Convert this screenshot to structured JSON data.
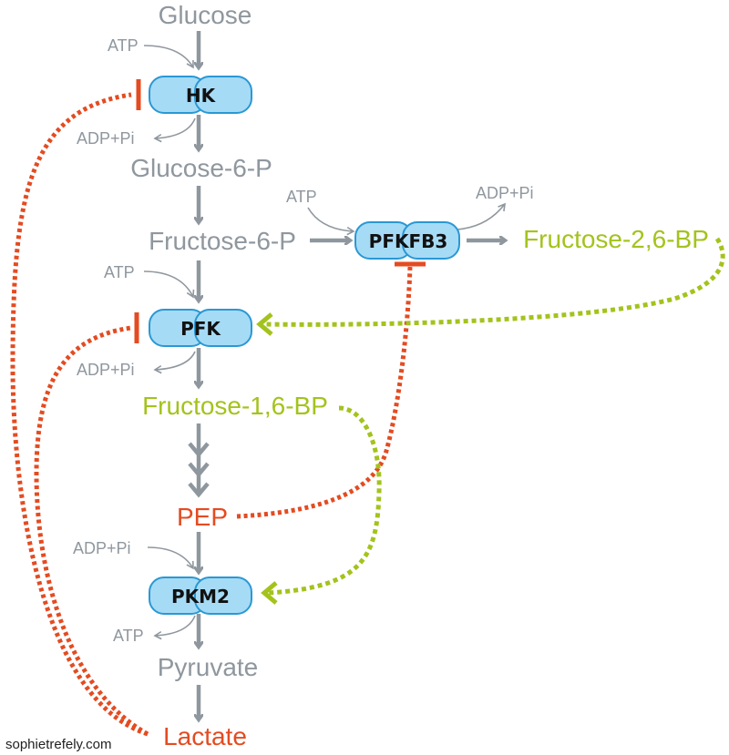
{
  "metabolites": {
    "glucose": "Glucose",
    "glucose6p": "Glucose-6-P",
    "fructose6p": "Fructose-6-P",
    "fructose26bp": "Fructose-2,6-BP",
    "fructose16bp": "Fructose-1,6-BP",
    "pep": "PEP",
    "pyruvate": "Pyruvate",
    "lactate": "Lactate"
  },
  "enzymes": {
    "hk": "HK",
    "pfkfb3": "PFKFB3",
    "pfk": "PFK",
    "pkm2": "PKM2"
  },
  "cofactors": {
    "atp": "ATP",
    "adp_pi": "ADP+Pi"
  },
  "credit": "sophietrefely.com",
  "colors": {
    "metabolite_gray": "#8f979e",
    "activator_green": "#a3c31c",
    "inhibitor_red": "#e44b21",
    "enzyme_fill": "#a6dbf6",
    "enzyme_stroke": "#2a98d4"
  }
}
